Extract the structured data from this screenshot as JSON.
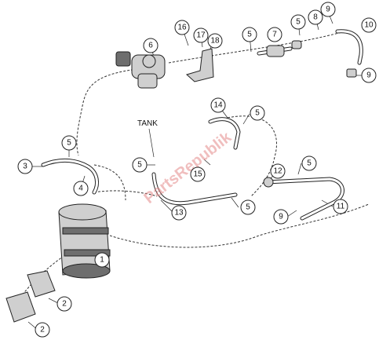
{
  "diagram": {
    "tank_label": "TANK",
    "watermark": "PartsRepublik",
    "callouts": [
      "16",
      "17",
      "18",
      "6",
      "5",
      "7",
      "5",
      "8",
      "9",
      "9",
      "10",
      "14",
      "5",
      "5",
      "3",
      "4",
      "5",
      "15",
      "12",
      "5",
      "13",
      "5",
      "11",
      "9",
      "1",
      "2",
      "2"
    ]
  }
}
